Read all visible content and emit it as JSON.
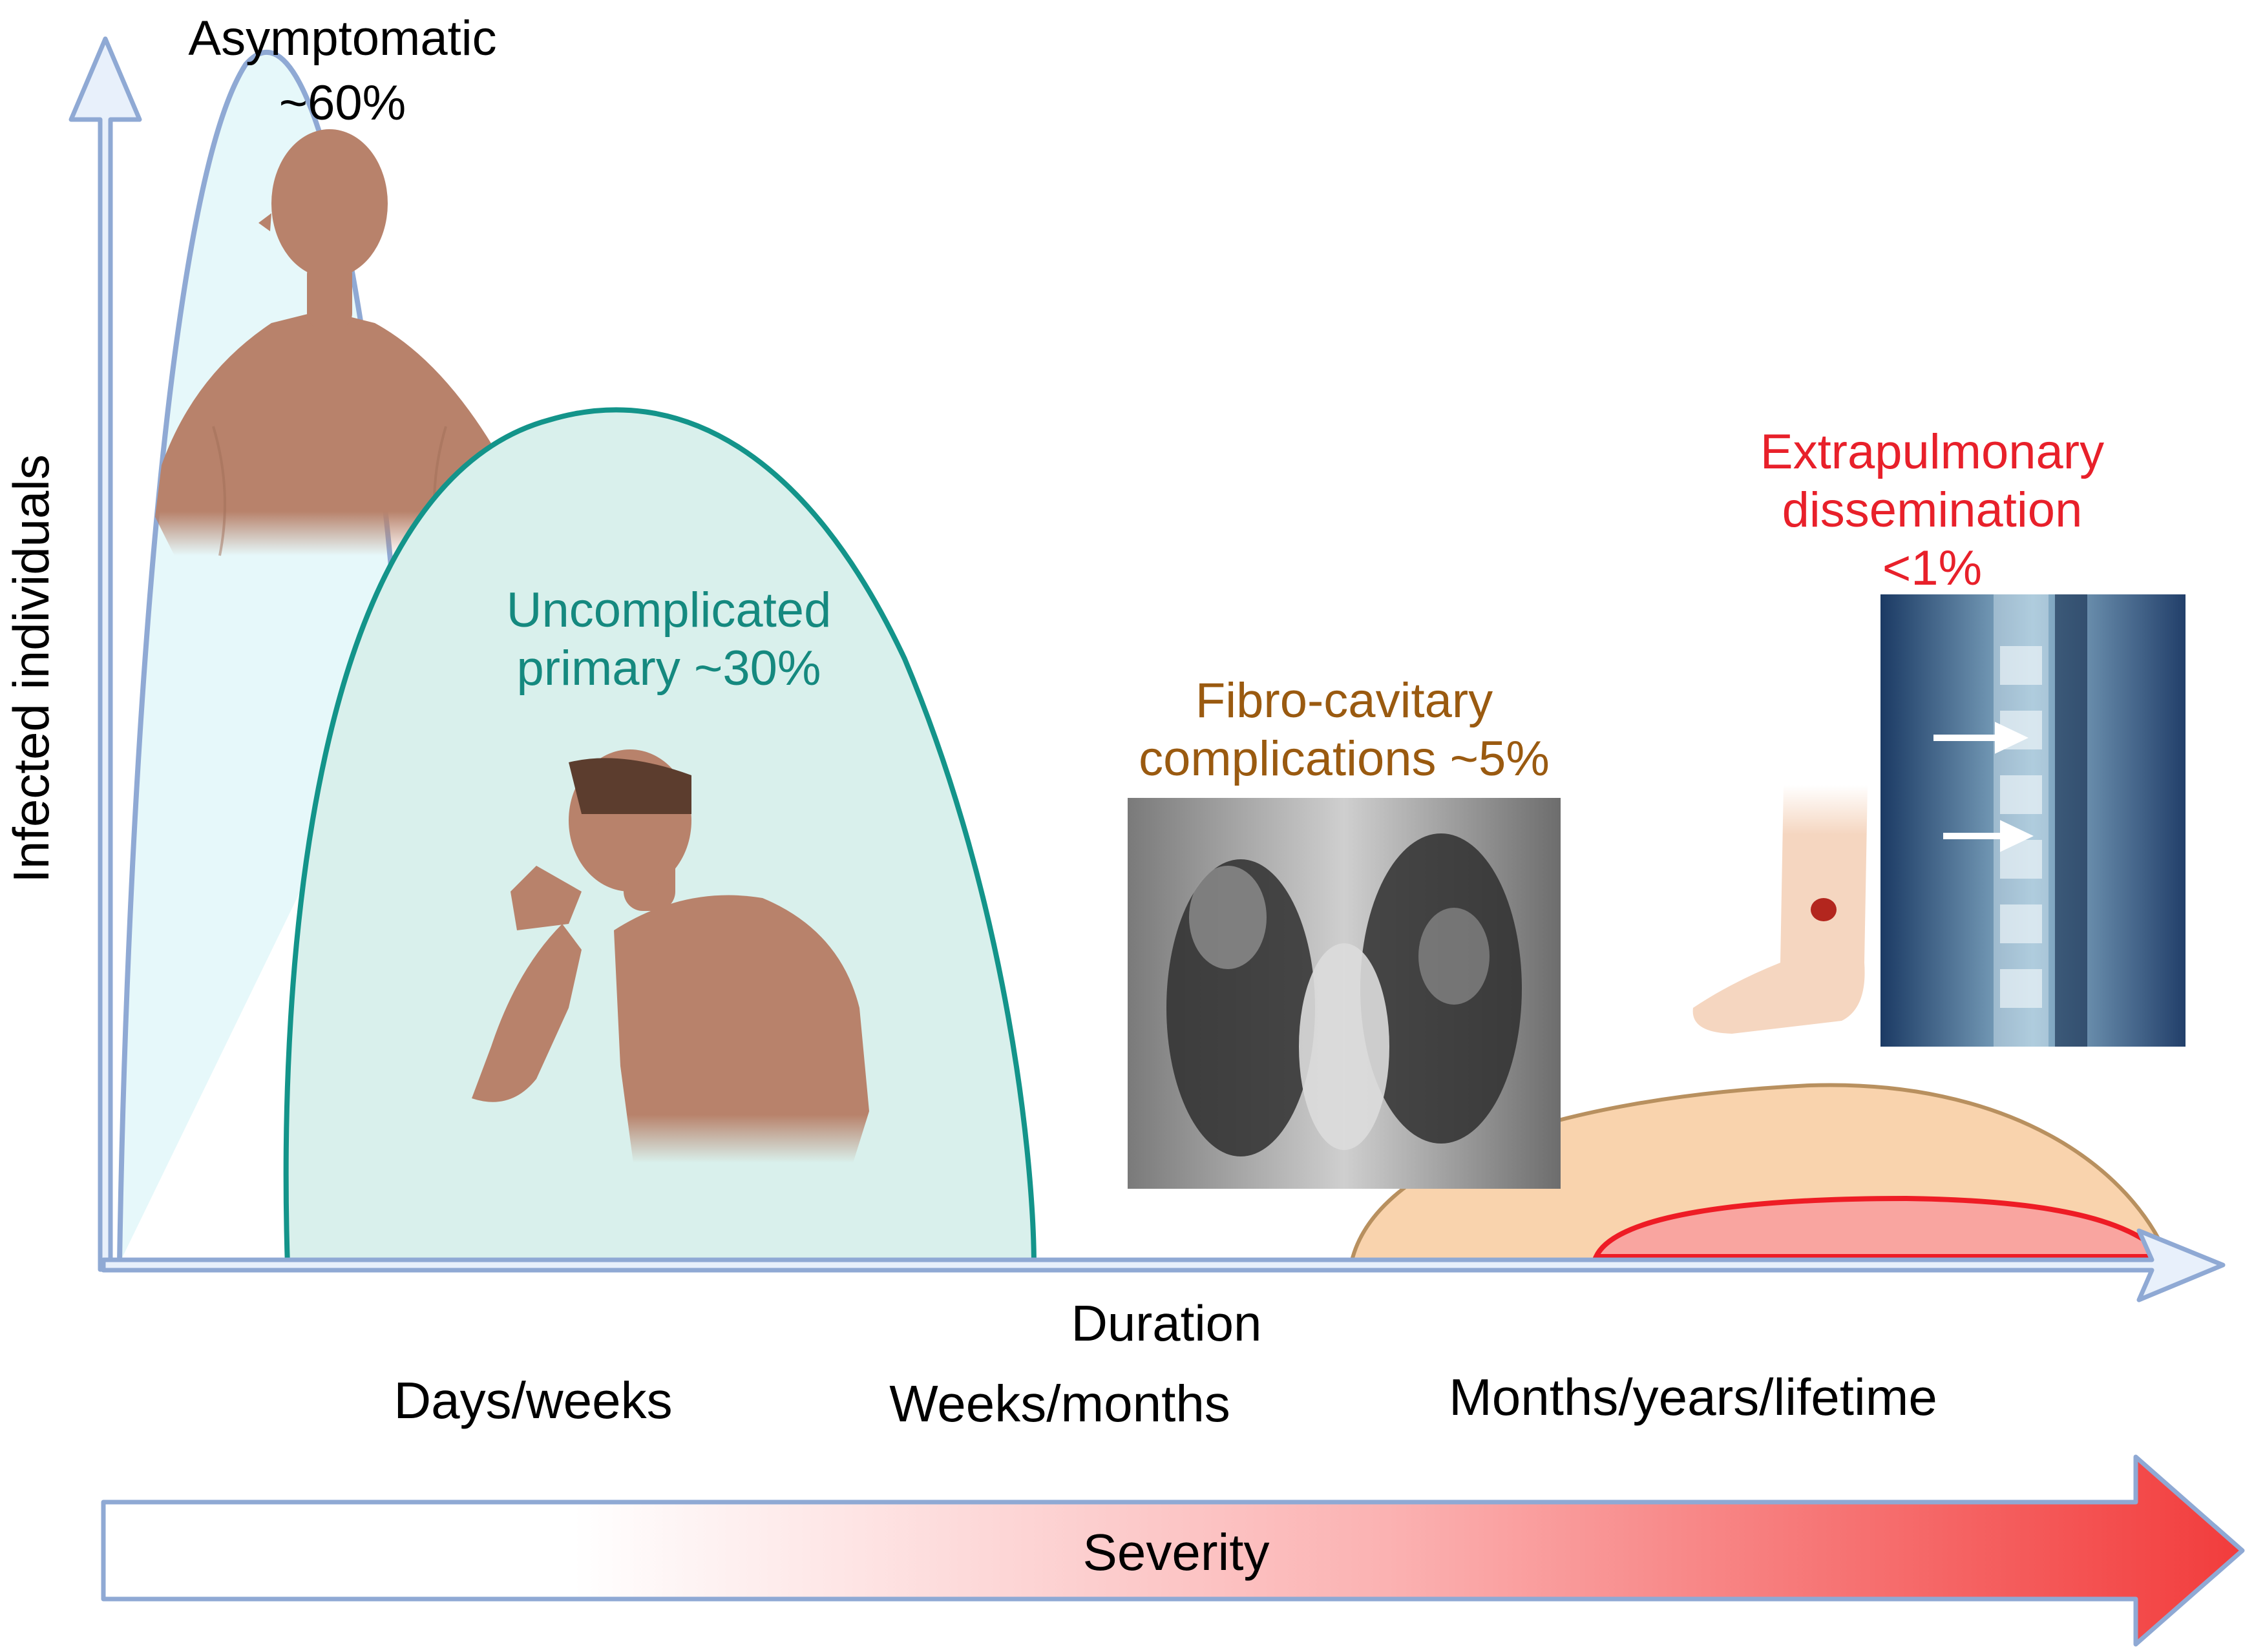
{
  "axes": {
    "y_label": "Infected individuals",
    "x_label": "Duration"
  },
  "stages": {
    "asymptomatic": {
      "line1": "Asymptomatic",
      "line2": "~60%"
    },
    "uncomplicated": {
      "line1": "Uncomplicated",
      "line2": "primary ~30%"
    },
    "fibro": {
      "line1": "Fibro-cavitary",
      "line2": "complications ~5%"
    },
    "extra": {
      "line1": "Extrapulmonary",
      "line2": "dissemination",
      "line3": "<1%"
    }
  },
  "durations": {
    "short": "Days/weeks",
    "medium": "Weeks/months",
    "long": "Months/years/lifetime"
  },
  "severity": {
    "label": "Severity"
  },
  "colors": {
    "axis": "#8fa9d4",
    "asymptomatic_fill": "#e6f8fa",
    "uncomplicated_fill": "#d9f0ec",
    "uncomplicated_stroke": "#13948a",
    "uncomplicated_text": "#15897f",
    "fibro_fill": "#f9d3ad",
    "fibro_stroke": "#b8905f",
    "fibro_text": "#9a5a10",
    "extra_fill": "#f9a5a0",
    "extra_stroke": "#ee1c25",
    "extra_text": "#e8202a",
    "skin": "#b8826b",
    "severity_end": "#f23c3c"
  }
}
